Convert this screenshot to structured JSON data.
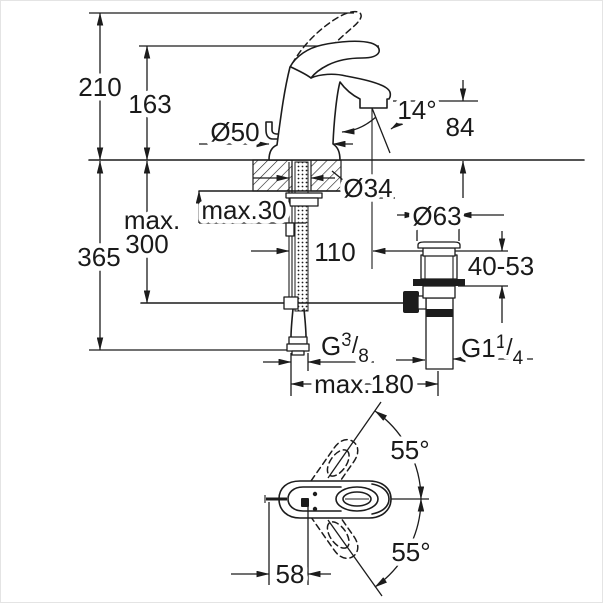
{
  "dims": {
    "h210": "210",
    "h163": "163",
    "h365": "365",
    "max300_line1": "max.",
    "max300_line2": "300",
    "max30": "max.30",
    "d50": "Ø50",
    "d34": "Ø34",
    "angle14": "14°",
    "h84": "84",
    "d63": "Ø63",
    "reach110": "110",
    "range4053": "40-53",
    "g38": {
      "base": "G",
      "sup": "3",
      "slash": "/",
      "sub": "8"
    },
    "g114": {
      "base": "G1",
      "sup": "1",
      "slash": "/",
      "sub": "4"
    },
    "max180": "max.180",
    "angle55_top": "55°",
    "angle55_bottom": "55°",
    "offset58": "58"
  },
  "colors": {
    "line": "#1c1c1c",
    "background": "#ffffff"
  }
}
